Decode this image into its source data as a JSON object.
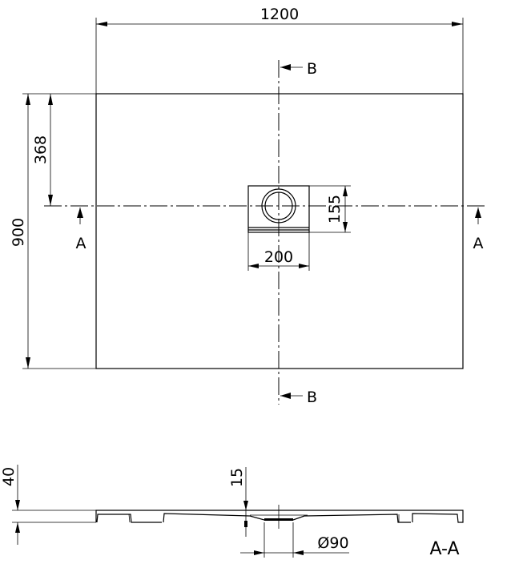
{
  "plan_view": {
    "width_dim": "1200",
    "depth_dim": "900",
    "drain_offset_dim": "368",
    "drain_box_width_dim": "200",
    "drain_box_depth_dim": "155",
    "section_b_label_top": "B",
    "section_b_label_bottom": "B",
    "section_a_label_left": "A",
    "section_a_label_right": "A"
  },
  "section_view": {
    "height_dim": "40",
    "drain_depth_dim": "15",
    "drain_diameter_dim": "Ø90",
    "section_title": "A-A"
  }
}
